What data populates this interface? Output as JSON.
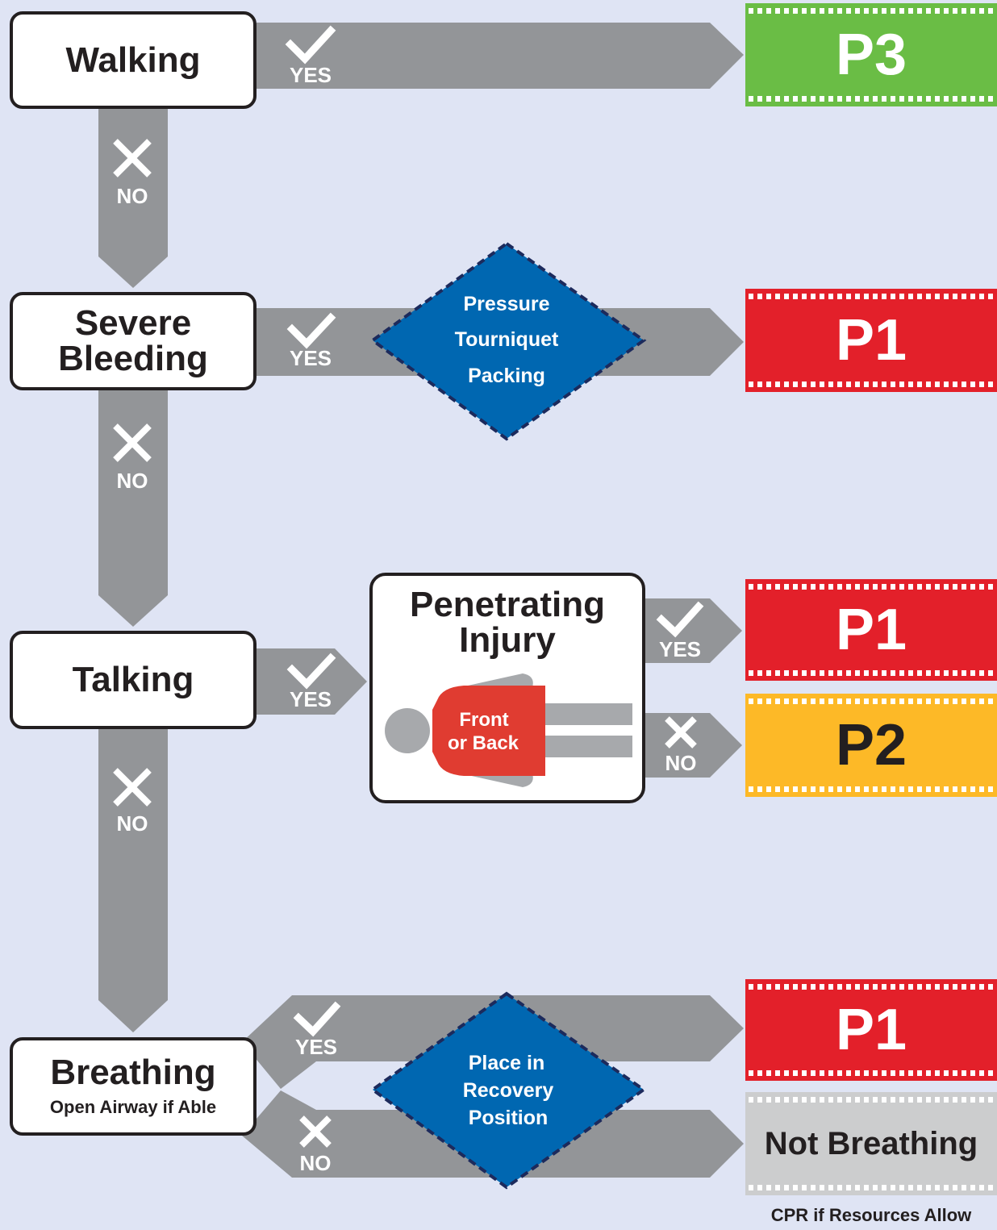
{
  "steps": {
    "walking": {
      "label": "Walking"
    },
    "bleeding": {
      "label": "Severe\nBleeding"
    },
    "talking": {
      "label": "Talking"
    },
    "breathing": {
      "label": "Breathing",
      "sublabel": "Open Airway if Able"
    }
  },
  "answers": {
    "yes": "YES",
    "no": "NO"
  },
  "interventions": {
    "bleeding": [
      "Pressure",
      "Tourniquet",
      "Packing"
    ],
    "breathing": [
      "Place in",
      "Recovery",
      "Position"
    ]
  },
  "injury": {
    "title": "Penetrating\nInjury",
    "figure_text": [
      "Front",
      "or Back"
    ]
  },
  "tags": {
    "walking": {
      "label": "P3",
      "color": "#6abd45",
      "text_color": "#ffffff"
    },
    "bleeding": {
      "label": "P1",
      "color": "#e3202a",
      "text_color": "#ffffff"
    },
    "injury_yes": {
      "label": "P1",
      "color": "#e3202a",
      "text_color": "#ffffff"
    },
    "injury_no": {
      "label": "P2",
      "color": "#fdb927",
      "text_color": "#231f20"
    },
    "breathing_yes": {
      "label": "P1",
      "color": "#e3202a",
      "text_color": "#ffffff"
    },
    "breathing_no": {
      "label": "Not Breathing",
      "color": "#cccdce",
      "text_color": "#231f20"
    }
  },
  "note": "CPR if Resources Allow",
  "colors": {
    "background": "#dfe4f4",
    "arrow": "#939598",
    "diamond": "#0067b1",
    "diamond_border": "#1c2a5c",
    "figure_body": "#a7a9ac",
    "figure_torso": "#e03c31"
  }
}
